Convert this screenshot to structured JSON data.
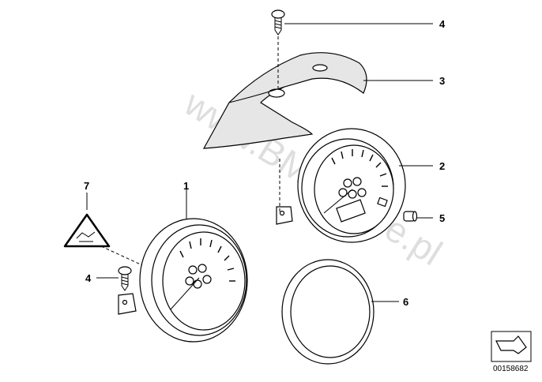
{
  "watermark": "www.BMWstore.pl",
  "callouts": [
    {
      "id": "4a",
      "text": "4"
    },
    {
      "id": "3",
      "text": "3"
    },
    {
      "id": "2",
      "text": "2"
    },
    {
      "id": "5",
      "text": "5"
    },
    {
      "id": "7",
      "text": "7"
    },
    {
      "id": "1",
      "text": "1"
    },
    {
      "id": "4b",
      "text": "4"
    },
    {
      "id": "6",
      "text": "6"
    }
  ],
  "diagram_code": "00158682"
}
